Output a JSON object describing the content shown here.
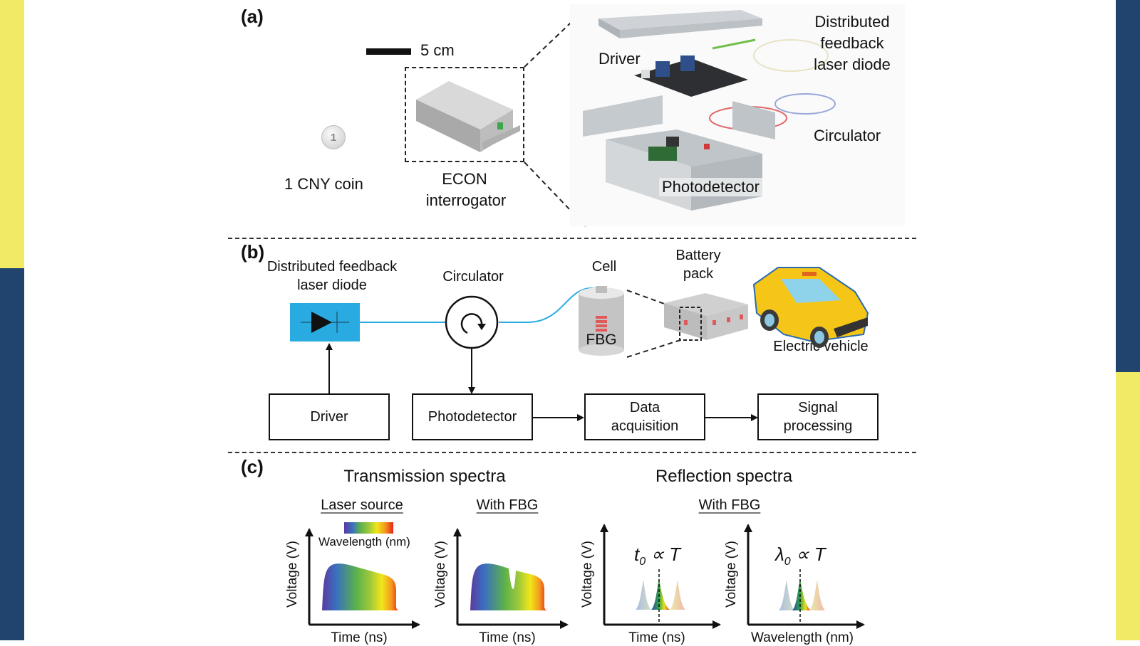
{
  "page": {
    "side_bars": {
      "left_top_color": "#F0EA64",
      "left_bottom_color": "#21446F",
      "right_top_color": "#21446F",
      "right_bottom_color": "#F0EA64"
    }
  },
  "panel_a": {
    "label": "(a)",
    "scale_bar": "5 cm",
    "coin_label": "1 CNY coin",
    "coin_glyph": "1",
    "device_label_line1": "ECON",
    "device_label_line2": "interrogator",
    "exploded": {
      "driver": "Driver",
      "laser_line1": "Distributed",
      "laser_line2": "feedback",
      "laser_line3": "laser diode",
      "circulator": "Circulator",
      "photodetector": "Photodetector"
    }
  },
  "panel_b": {
    "label": "(b)",
    "laser_line1": "Distributed feedback",
    "laser_line2": "laser diode",
    "circulator": "Circulator",
    "cell": "Cell",
    "fbg": "FBG",
    "battery_line1": "Battery",
    "battery_line2": "pack",
    "vehicle": "Electric vehicle",
    "boxes": {
      "driver": "Driver",
      "photodetector": "Photodetector",
      "daq_line1": "Data",
      "daq_line2": "acquisition",
      "sp_line1": "Signal",
      "sp_line2": "processing"
    },
    "fiber_color": "#29ABE2",
    "laser_box_color": "#29ABE2"
  },
  "panel_c": {
    "label": "(c)",
    "transmission_title": "Transmission spectra",
    "reflection_title": "Reflection spectra",
    "plots": [
      {
        "subtitle": "Laser source",
        "ylabel": "Voltage (V)",
        "xlabel": "Time (ns)",
        "colorbar_label": "Wavelength (nm)"
      },
      {
        "subtitle": "With FBG",
        "ylabel": "Voltage (V)",
        "xlabel": "Time (ns)"
      },
      {
        "subtitle": "With FBG",
        "ylabel": "Voltage (V)",
        "xlabel": "Time (ns)",
        "annotation_main": "t",
        "annotation_sub": "0",
        "annotation_rest": " ∝ T"
      },
      {
        "ylabel": "Voltage (V)",
        "xlabel": "Wavelength (nm)",
        "annotation_main": "λ",
        "annotation_sub": "0",
        "annotation_rest": " ∝ T"
      }
    ],
    "spectrum_colors": [
      "#5B3A9E",
      "#3A6FC0",
      "#5DB24A",
      "#9BC83C",
      "#F2E619",
      "#F39A1E",
      "#E8231E"
    ]
  }
}
